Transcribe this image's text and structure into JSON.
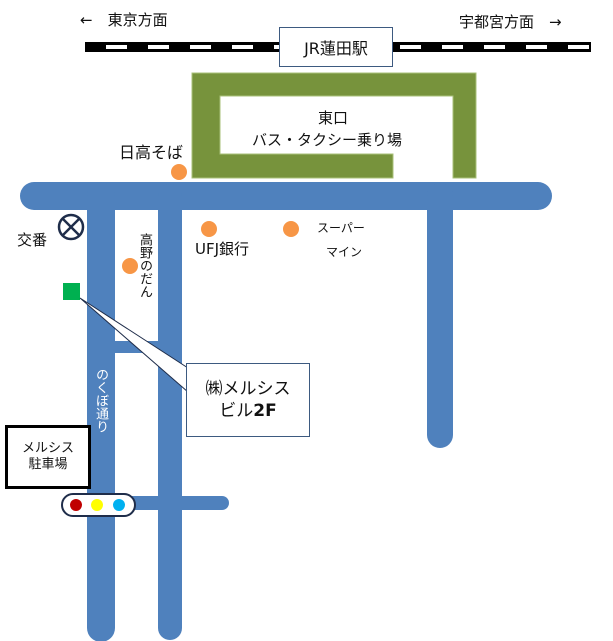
{
  "railway": {
    "left_direction": "←　東京方面",
    "right_direction": "宇都宮方面　→",
    "station": "JR蓮田駅"
  },
  "station_east": {
    "line1": "東口",
    "line2": "バス・タクシー乗り場"
  },
  "landmarks": {
    "hidaka_soba": "日高そば",
    "police_box": "交番",
    "ufj_bank": "UFJ銀行",
    "supermarket_line1": "スーパー",
    "supermarket_line2": "マイン",
    "takano_no_dan": "高野のだん",
    "nokubo_street": "のくぼ通り"
  },
  "parking": {
    "line1": "メルシス",
    "line2": "駐車場"
  },
  "destination": {
    "line1": "㈱メルシス",
    "line2_prefix": "ビル",
    "line2_floor": "2F"
  },
  "colors": {
    "road": "#4f81bd",
    "station_plaza": "#77933c",
    "landmark_marker": "#f79646",
    "building_marker": "#00b050",
    "signal_red": "#c00000",
    "signal_yellow": "#ffff00",
    "signal_blue": "#00b0f0"
  },
  "icons": {
    "police_box": "circle-cross-icon",
    "traffic_light": "traffic-light-icon"
  }
}
